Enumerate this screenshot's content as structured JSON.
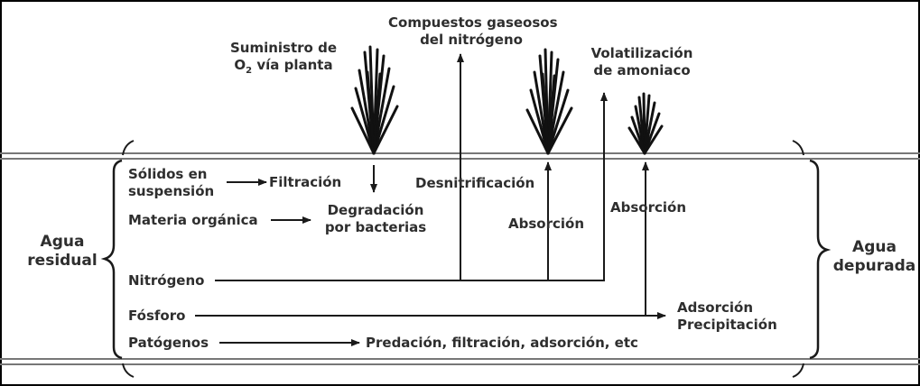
{
  "labels": {
    "suministro": [
      "Suministro de",
      "vía planta"
    ],
    "o2": {
      "O": "O",
      "sub": "2"
    },
    "gaseosos": [
      "Compuestos gaseosos",
      "del nitrógeno"
    ],
    "volatilizacion": [
      "Volatilización",
      "de amoniaco"
    ],
    "agua_residual": [
      "Agua",
      "residual"
    ],
    "agua_depurada": [
      "Agua",
      "depurada"
    ],
    "solidos": [
      "Sólidos en",
      "suspensión"
    ],
    "filtracion": "Filtración",
    "materia_organica": "Materia orgánica",
    "degradacion": [
      "Degradación",
      "por bacterias"
    ],
    "desnitrificacion": "Desnitrificación",
    "absorcion_1": "Absorción",
    "absorcion_2": "Absorción",
    "nitrogeno": "Nitrógeno",
    "fosforo": "Fósforo",
    "adsorcion": [
      "Adsorción",
      "Precipitación"
    ],
    "patogenos": "Patógenos",
    "predacion": "Predación, filtración, adsorción, etc"
  },
  "colors": {
    "ink": "#1a1a1a",
    "channel": "#666666",
    "border": "#000000"
  }
}
